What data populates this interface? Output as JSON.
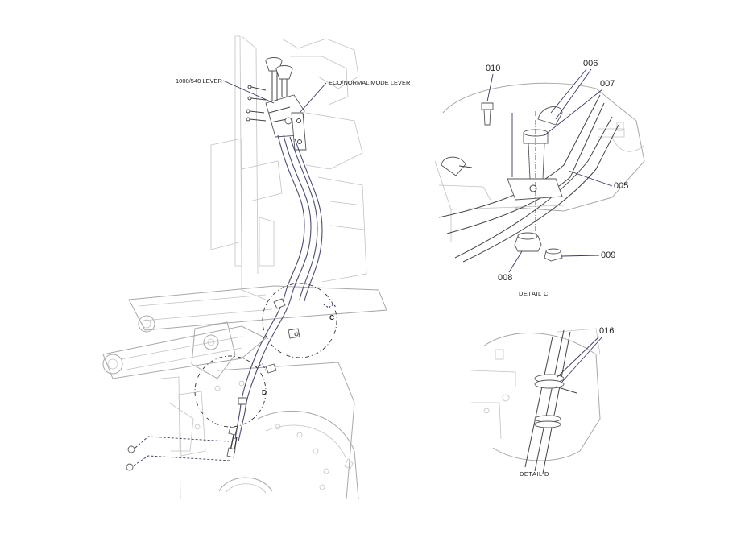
{
  "labels": {
    "lever_1000_540": "1000/540 LEVER",
    "eco_normal": "ECO/NORMAL MODE LEVER",
    "detail_c_letter": "C",
    "detail_d_letter": "D"
  },
  "detail_c": {
    "caption": "DETAIL  C",
    "parts": [
      "010",
      "006",
      "007",
      "005",
      "008",
      "009"
    ]
  },
  "detail_d": {
    "caption": "DETAIL  D",
    "parts": [
      "016"
    ]
  }
}
